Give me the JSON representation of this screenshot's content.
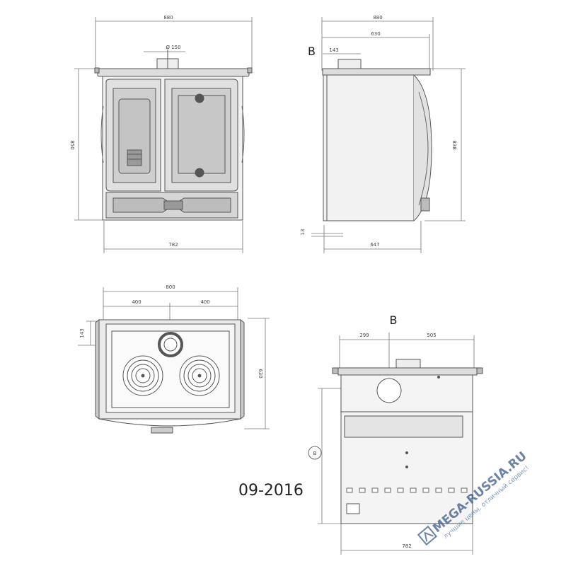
{
  "front_view": {
    "width_top": "880",
    "flue": "Ø 150",
    "height": "850",
    "width_bottom": "782"
  },
  "side_view": {
    "section_letter": "B",
    "depth_total": "880",
    "depth_body": "630",
    "flue_offset": "143",
    "height": "838",
    "base_offset": "13",
    "depth_bottom": "647"
  },
  "top_view": {
    "width": "800",
    "left_half": "400",
    "right_half": "400",
    "flue_depth": "143",
    "depth": "630"
  },
  "rear_view": {
    "section_letter": "B",
    "left_offset": "299",
    "right_offset": "505",
    "circle_marker": "B",
    "width": "782"
  },
  "date_code": "09-2016",
  "watermark": {
    "brand": "MEGA-RUSSIA.RU",
    "slogan": "лучшие цены, отличный сервис!"
  },
  "colors": {
    "line": "#555555",
    "dim_line": "#777777",
    "watermark": "#3a5a8a"
  }
}
